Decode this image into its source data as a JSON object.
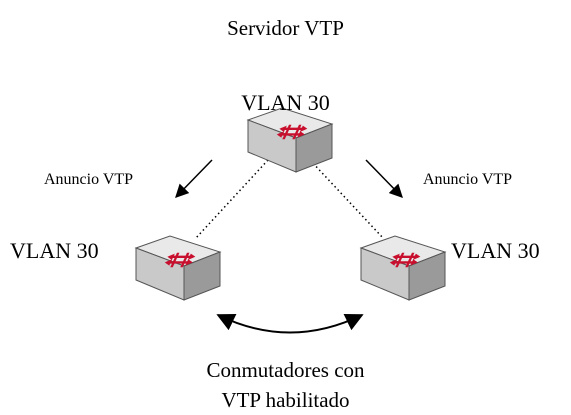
{
  "server_title": "Servidor VTP",
  "switches": {
    "top": {
      "vlan_label": "VLAN 30"
    },
    "left": {
      "vlan_label": "VLAN 30"
    },
    "right": {
      "vlan_label": "VLAN 30"
    }
  },
  "advertisements": {
    "left": "Anuncio VTP",
    "right": "Anuncio VTP"
  },
  "caption": {
    "line1": "Conmutadores con",
    "line2": "VTP habilitado"
  },
  "colors": {
    "switch_top": "#e9e9e9",
    "switch_side": "#9a9a9a",
    "switch_front": "#c9c9c9",
    "arrow_red": "#c8102e",
    "link": "#000000"
  }
}
